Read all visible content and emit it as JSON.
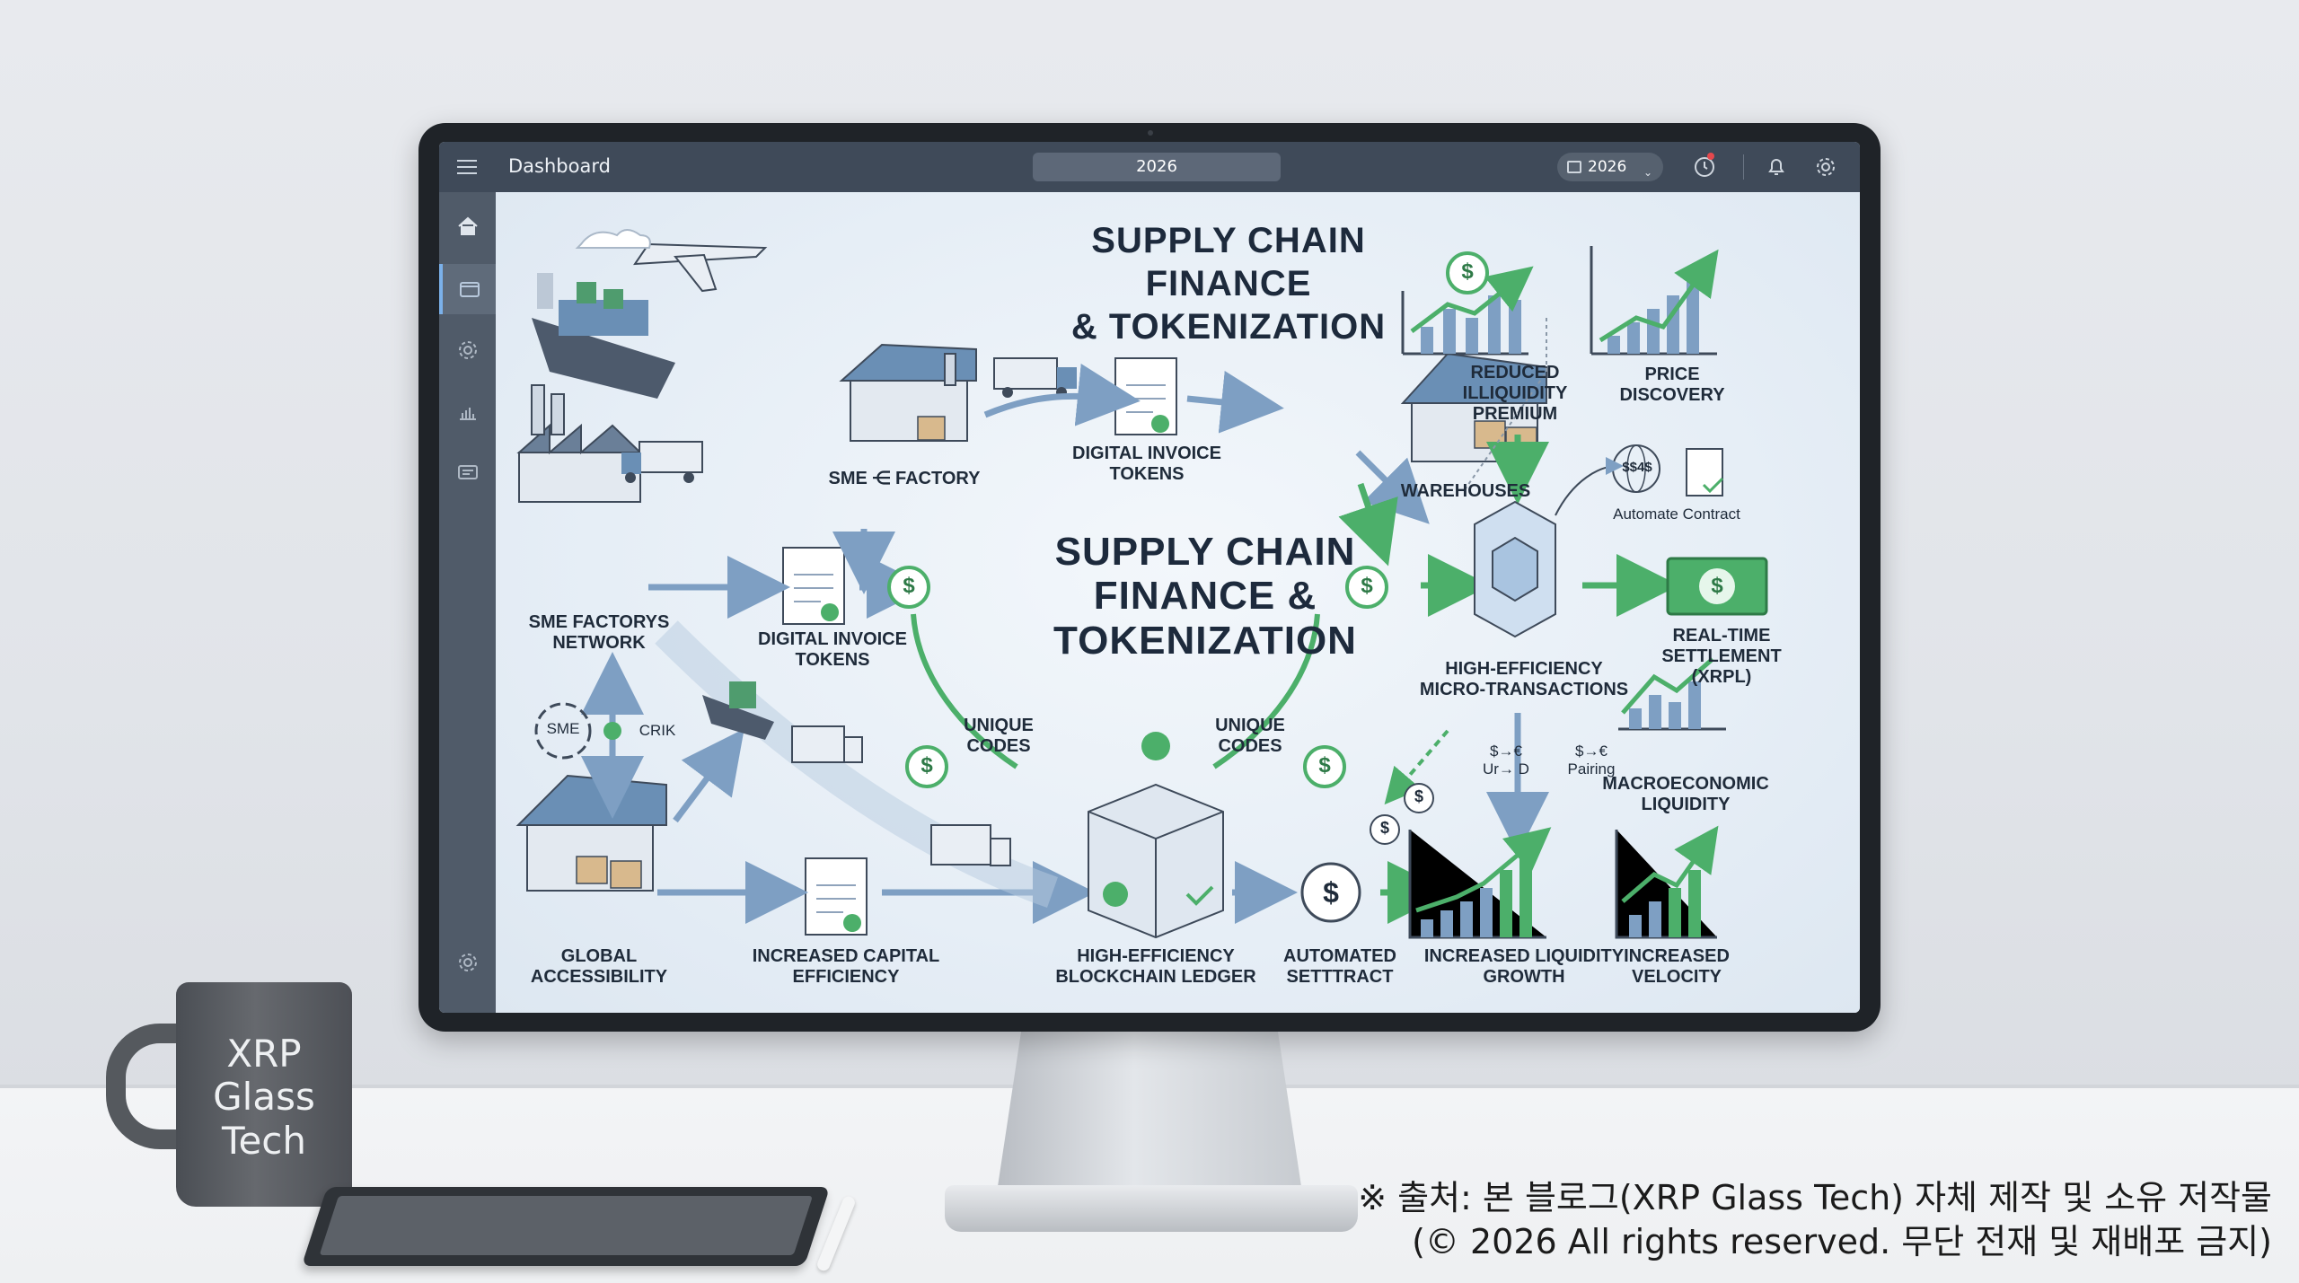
{
  "topbar": {
    "title": "Dashboard",
    "center_label": "2026",
    "year_select": "2026"
  },
  "sidebar": {
    "items": [
      "home-icon",
      "wallet-icon",
      "gear-icon",
      "chart-icon",
      "message-icon"
    ]
  },
  "infographic": {
    "title_top": [
      "SUPPLY CHAIN FINANCE",
      "& TOKENIZATION"
    ],
    "title_center": [
      "SUPPLY CHAIN",
      "FINANCE &",
      "TOKENIZATION"
    ],
    "labels": {
      "sme_factory": "SME ⋲ FACTORY",
      "digital_invoice_top": [
        "DIGITAL INVOICE",
        "TOKENS"
      ],
      "warehouses": "WAREHOUSES",
      "reduced_illiquidity": [
        "REDUCED",
        "ILLIQUIDITY",
        "PREMIUM"
      ],
      "price_discovery": [
        "PRICE",
        "DISCOVERY"
      ],
      "automate_contract": "Automate  Contract",
      "sme_network": [
        "SME FACTORYS",
        "NETWORK"
      ],
      "digital_invoice_mid": [
        "DIGITAL INVOICE",
        "TOKENS"
      ],
      "high_eff_micro": [
        "HIGH-EFFICIENCY",
        "MICRO-TRANSACTIONS"
      ],
      "realtime_settlement": [
        "REAL-TIME",
        "SETTLEMENT",
        "(XRPL)"
      ],
      "sme_badge": "SME",
      "crik": "CRIK",
      "unique_codes_left": [
        "UNIQUE",
        "CODES"
      ],
      "unique_codes_right": [
        "UNIQUE",
        "CODES"
      ],
      "fx_left": [
        "$→€",
        "Ur→ D"
      ],
      "fx_right": [
        "$→€",
        "Pairing"
      ],
      "macro_liquidity": [
        "MACROECONOMIC",
        "LIQUIDITY"
      ],
      "global_access": [
        "GLOBAL",
        "ACCESSIBILITY"
      ],
      "capital_eff": [
        "INCREASED CAPITAL",
        "EFFICIENCY"
      ],
      "ledger": [
        "HIGH-EFFICIENCY",
        "BLOCKCHAIN LEDGER"
      ],
      "auto_settract": [
        "AUTOMATED",
        "SETTTRACT"
      ],
      "liquidity_growth": [
        "INCREASED LIQUIDITY",
        "GROWTH"
      ],
      "velocity": [
        "INCREASED",
        "VELOCITY"
      ],
      "coin_symbol": "$",
      "coin_chip": "$$4$"
    }
  },
  "mug": {
    "text": [
      "XRP",
      "Glass",
      "Tech"
    ]
  },
  "credit": {
    "line1": "※ 출처: 본 블로그(XRP Glass Tech) 자체 제작 및 소유 저작물",
    "line2": "(© 2026 All rights reserved. 무단 전재 및 재배포 금지)"
  },
  "colors": {
    "topbar": "#3f4a59",
    "sidebar": "#505b69",
    "accent_green": "#3aa35a",
    "arrow_blue": "#7e9fc3",
    "navy_text": "#1f2b3a"
  }
}
